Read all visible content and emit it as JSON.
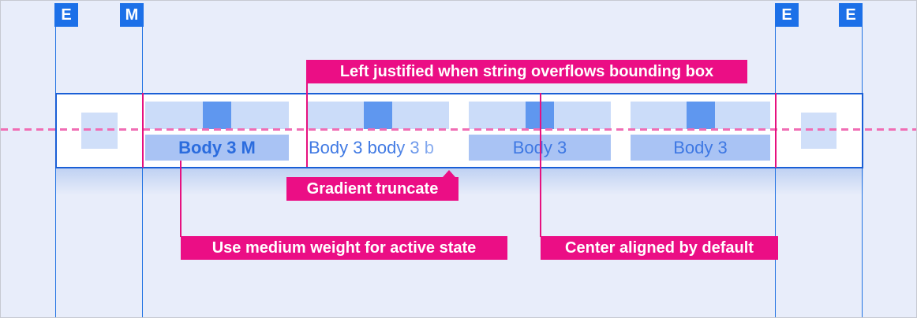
{
  "colors": {
    "background": "#E8EDFA",
    "guide_blue": "#2273E3",
    "badge_blue": "#1C70E8",
    "bar_border": "#1A5FD6",
    "tab_block_light": "#CBDCF9",
    "tab_block_medium": "#A9C3F4",
    "icon_square_blue": "#5F97EF",
    "icon_placeholder_blue": "#D0DFF9",
    "tab_text": "#3E78E3",
    "tab_text_active": "#2B6CDE",
    "annotation_magenta": "#EB0E85",
    "dashed_baseline_pink": "#F06DB4"
  },
  "spacing_badges": [
    {
      "label": "E"
    },
    {
      "label": "M"
    },
    {
      "label": "E"
    },
    {
      "label": "E"
    }
  ],
  "tabs": [
    {
      "label": "Body 3 M",
      "state": "active",
      "alignment": "center"
    },
    {
      "label": "Body 3 body 3 b",
      "state": "default",
      "alignment": "left-gradient-truncated"
    },
    {
      "label": "Body 3",
      "state": "default",
      "alignment": "center"
    },
    {
      "label": "Body 3",
      "state": "default",
      "alignment": "center"
    }
  ],
  "annotations": {
    "overflow": "Left justified when string overflows bounding box",
    "truncate": "Gradient truncate",
    "active_weight": "Use medium weight for active state",
    "center_align": "Center aligned by default"
  }
}
